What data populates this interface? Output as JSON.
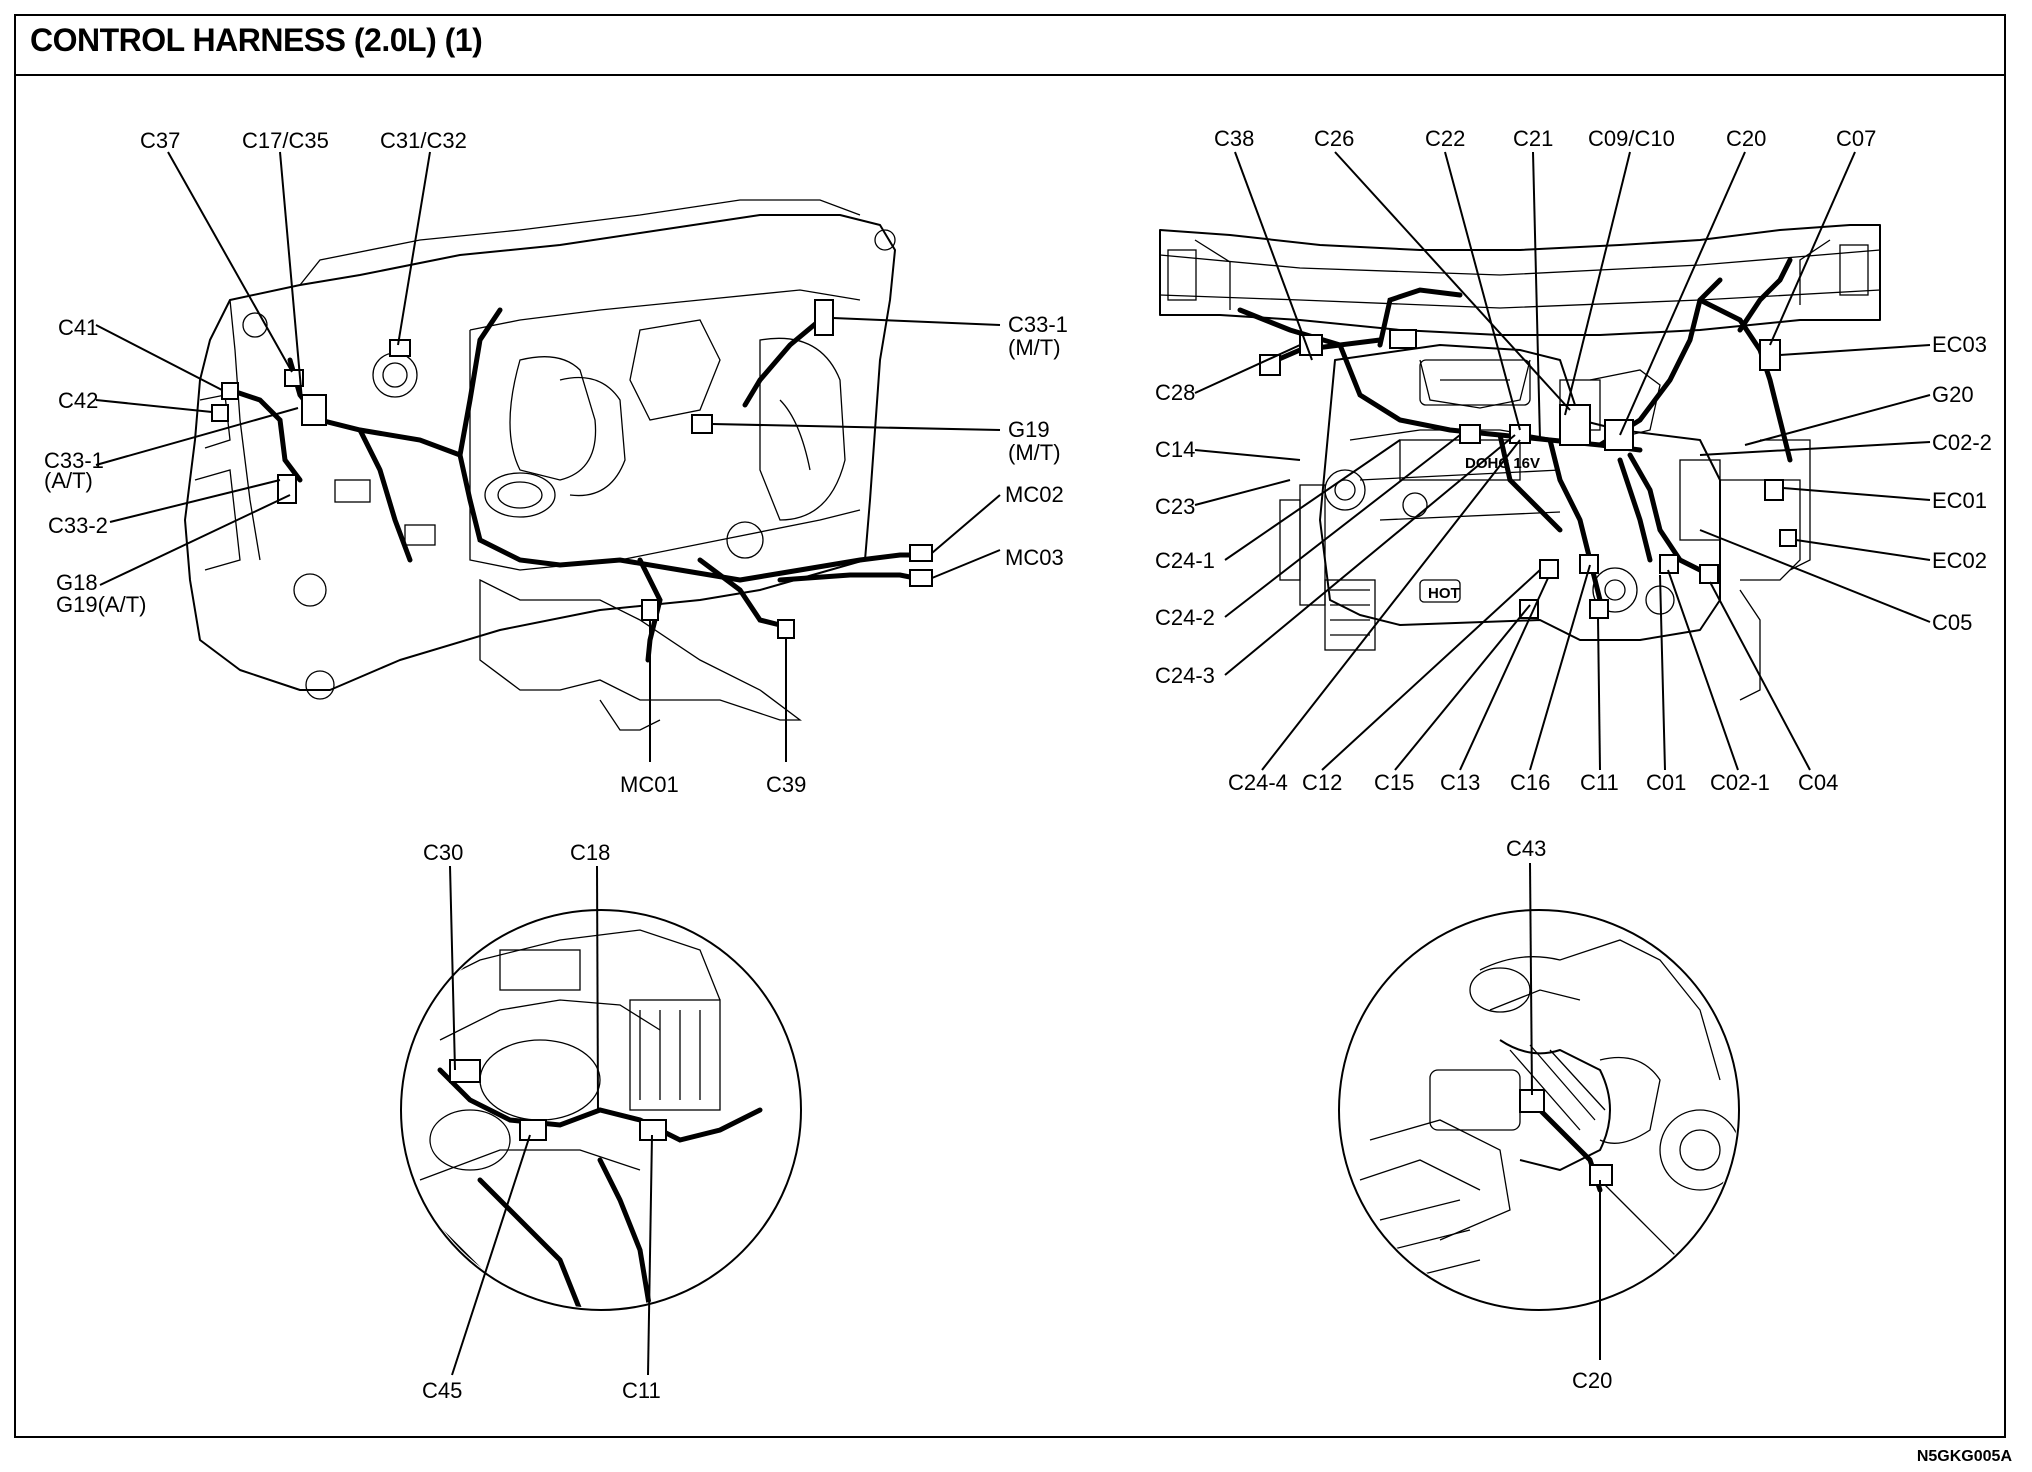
{
  "title": "CONTROL HARNESS (2.0L) (1)",
  "figure_code": "N5GKG005A",
  "labels": {
    "c37": "C37",
    "c17_c35": "C17/C35",
    "c31_c32": "C31/C32",
    "c41": "C41",
    "c42": "C42",
    "c33_1_at_a": "C33-1",
    "c33_1_at_b": "(A/T)",
    "c33_2": "C33-2",
    "g18_a": "G18",
    "g18_b": "G19(A/T)",
    "c33_1_mt_a": "C33-1",
    "c33_1_mt_b": "(M/T)",
    "g19_mt_a": "G19",
    "g19_mt_b": "(M/T)",
    "mc02": "MC02",
    "mc03": "MC03",
    "mc01": "MC01",
    "c39": "C39",
    "c38": "C38",
    "c26": "C26",
    "c22": "C22",
    "c21": "C21",
    "c09_c10": "C09/C10",
    "c20_top": "C20",
    "c07": "C07",
    "ec03": "EC03",
    "g20": "G20",
    "c02_2": "C02-2",
    "ec01": "EC01",
    "ec02": "EC02",
    "c05": "C05",
    "c28": "C28",
    "c14": "C14",
    "c23": "C23",
    "c24_1": "C24-1",
    "c24_2": "C24-2",
    "c24_3": "C24-3",
    "c24_4": "C24-4",
    "c12": "C12",
    "c15": "C15",
    "c13": "C13",
    "c16": "C16",
    "c11_r": "C11",
    "c01": "C01",
    "c02_1": "C02-1",
    "c04": "C04",
    "c30": "C30",
    "c18": "C18",
    "c45": "C45",
    "c11_l": "C11",
    "c43": "C43",
    "c20_bottom": "C20"
  },
  "engine_text": {
    "dohc": "DOHC 16V",
    "hot": "HOT"
  }
}
